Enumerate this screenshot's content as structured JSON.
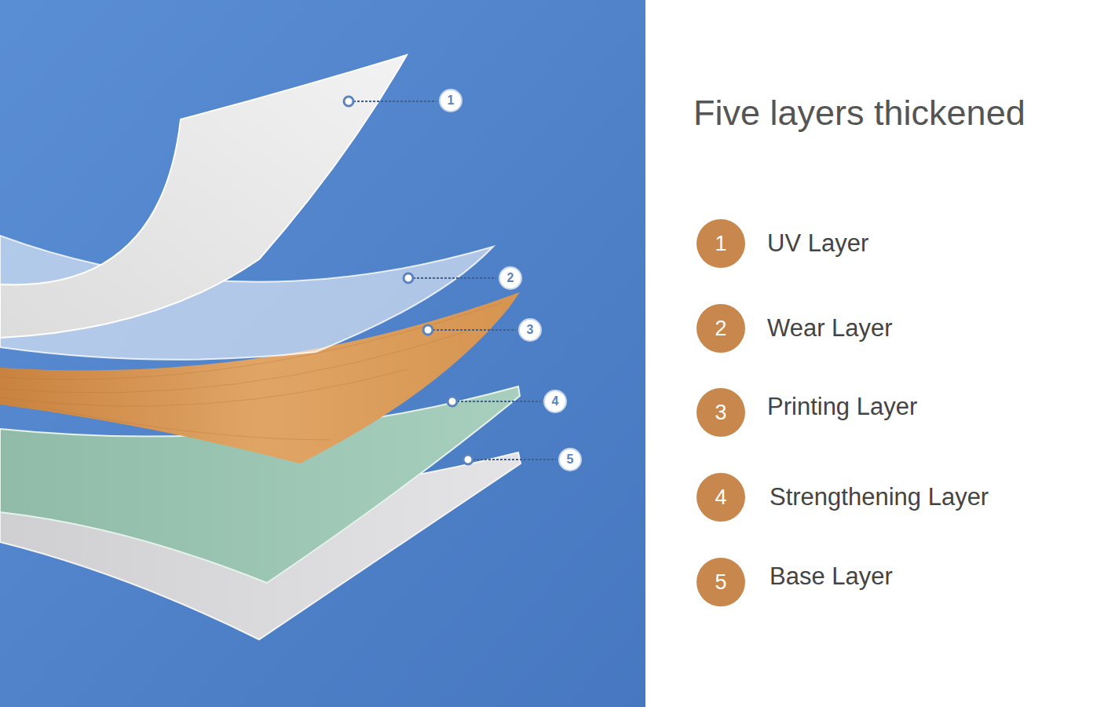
{
  "diagram": {
    "title": "Five layers thickened",
    "nodes": [
      {
        "text": [
          "1"
        ]
      },
      {
        "text": [
          "2"
        ]
      },
      {
        "text": [
          "3"
        ]
      },
      {
        "text": [
          "4"
        ]
      },
      {
        "text": [
          "5"
        ]
      },
      {
        "text": [
          "1"
        ]
      },
      {
        "text": [
          "2"
        ]
      },
      {
        "text": [
          "3"
        ]
      },
      {
        "text": [
          "4"
        ]
      },
      {
        "text": [
          "5"
        ]
      }
    ],
    "labels": [
      "UV Layer",
      "Wear Layer",
      "Printing Layer",
      "Strengthening Layer",
      "Base Layer"
    ]
  }
}
